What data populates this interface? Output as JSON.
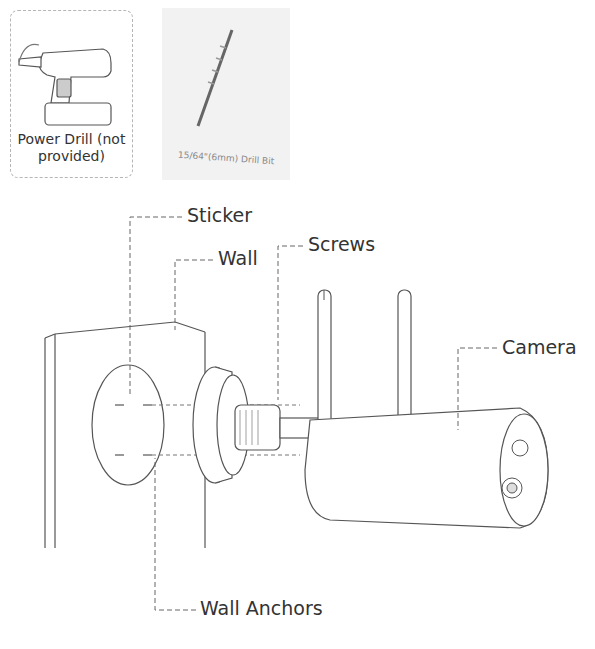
{
  "diagram": {
    "nodes": [
      {
        "text": [
          "Power Drill (not provided)"
        ]
      },
      {
        "text": [
          "15/64\"(6mm) Drill Bit"
        ]
      }
    ],
    "labels": [
      "Sticker",
      "Wall",
      "Screws",
      "Camera",
      "Wall Anchors"
    ]
  }
}
